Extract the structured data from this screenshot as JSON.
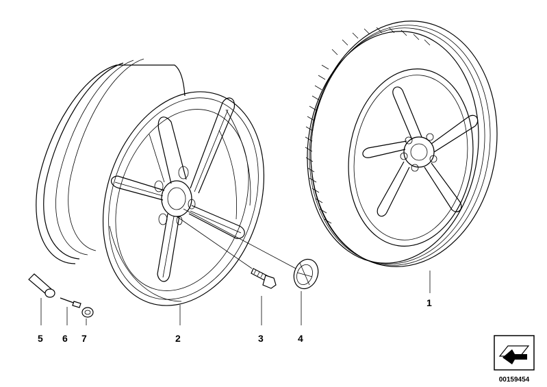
{
  "diagram": {
    "callouts": [
      {
        "id": "rim",
        "label": "2"
      },
      {
        "id": "bolt",
        "label": "3"
      },
      {
        "id": "hub-cap",
        "label": "4"
      },
      {
        "id": "valve",
        "label": "5"
      },
      {
        "id": "valve-insert",
        "label": "6"
      },
      {
        "id": "valve-cap",
        "label": "7"
      },
      {
        "id": "complete-wheel",
        "label": "1"
      }
    ],
    "document_number": "00159454",
    "line_color": "#000000",
    "background": "#ffffff"
  }
}
